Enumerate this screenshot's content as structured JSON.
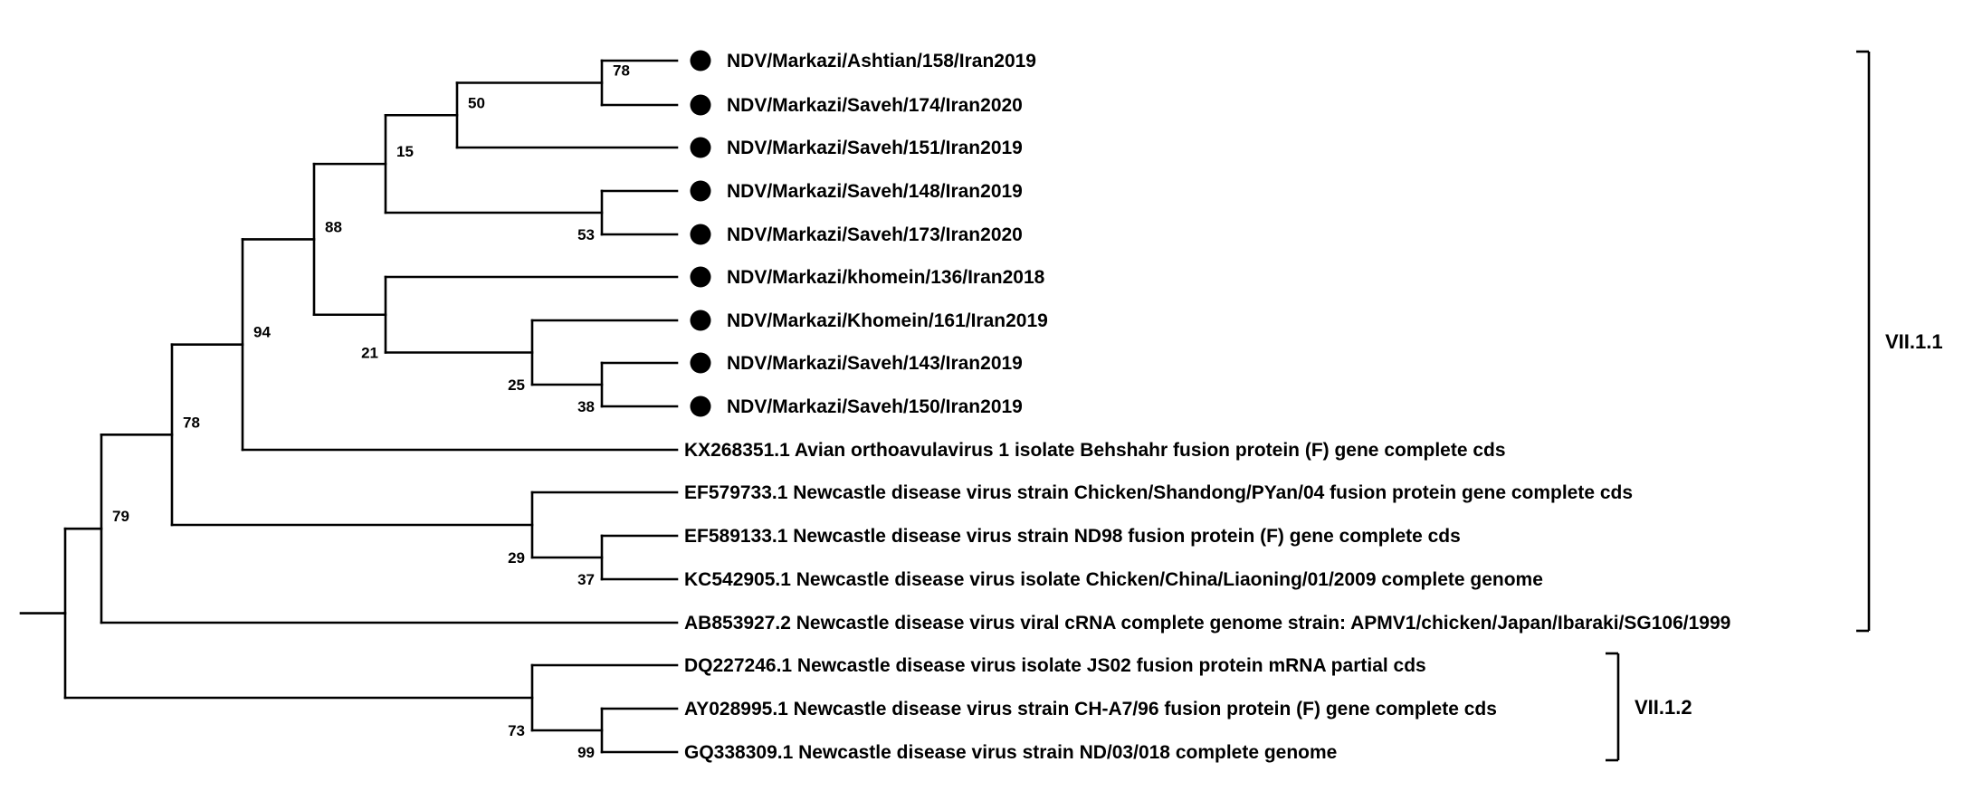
{
  "tree": {
    "taxa": [
      {
        "label": "NDV/Markazi/Ashtian/158/Iran2019",
        "marked": true
      },
      {
        "label": "NDV/Markazi/Saveh/174/Iran2020",
        "marked": true
      },
      {
        "label": "NDV/Markazi/Saveh/151/Iran2019",
        "marked": true
      },
      {
        "label": "NDV/Markazi/Saveh/148/Iran2019",
        "marked": true
      },
      {
        "label": "NDV/Markazi/Saveh/173/Iran2020",
        "marked": true
      },
      {
        "label": "NDV/Markazi/khomein/136/Iran2018",
        "marked": true
      },
      {
        "label": "NDV/Markazi/Khomein/161/Iran2019",
        "marked": true
      },
      {
        "label": "NDV/Markazi/Saveh/143/Iran2019",
        "marked": true
      },
      {
        "label": "NDV/Markazi/Saveh/150/Iran2019",
        "marked": true
      },
      {
        "label": "KX268351.1 Avian orthoavulavirus 1 isolate Behshahr fusion protein (F) gene complete cds",
        "marked": false
      },
      {
        "label": "EF579733.1 Newcastle disease virus strain Chicken/Shandong/PYan/04 fusion protein gene complete cds",
        "marked": false
      },
      {
        "label": "EF589133.1 Newcastle disease virus strain ND98 fusion protein (F) gene complete cds",
        "marked": false
      },
      {
        "label": "KC542905.1 Newcastle disease virus isolate Chicken/China/Liaoning/01/2009 complete genome",
        "marked": false
      },
      {
        "label": "AB853927.2 Newcastle disease virus viral cRNA complete genome strain: APMV1/chicken/Japan/Ibaraki/SG106/1999",
        "marked": false
      },
      {
        "label": "DQ227246.1 Newcastle disease virus isolate JS02 fusion protein mRNA partial cds",
        "marked": false
      },
      {
        "label": "AY028995.1 Newcastle disease virus strain CH-A7/96 fusion protein (F) gene complete cds",
        "marked": false
      },
      {
        "label": "GQ338309.1 Newcastle disease virus strain ND/03/018 complete genome",
        "marked": false
      }
    ],
    "nodes": [
      {
        "id": "n78a",
        "support": "78",
        "children": [
          "t0",
          "t1"
        ]
      },
      {
        "id": "n50",
        "support": "50",
        "children": [
          "n78a",
          "t2"
        ]
      },
      {
        "id": "n53",
        "support": "53",
        "children": [
          "t3",
          "t4"
        ]
      },
      {
        "id": "n15",
        "support": "15",
        "children": [
          "n50",
          "n53"
        ]
      },
      {
        "id": "n38",
        "support": "38",
        "children": [
          "t7",
          "t8"
        ]
      },
      {
        "id": "n25",
        "support": "25",
        "children": [
          "t6",
          "n38"
        ]
      },
      {
        "id": "n21",
        "support": "21",
        "children": [
          "t5",
          "n25"
        ]
      },
      {
        "id": "n88",
        "support": "88",
        "children": [
          "n15",
          "n21"
        ]
      },
      {
        "id": "n94",
        "support": "94",
        "children": [
          "n88",
          "t9"
        ]
      },
      {
        "id": "n37",
        "support": "37",
        "children": [
          "t11",
          "t12"
        ]
      },
      {
        "id": "n29",
        "support": "29",
        "children": [
          "t10",
          "n37"
        ]
      },
      {
        "id": "n78b",
        "support": "78",
        "children": [
          "n94",
          "n29"
        ]
      },
      {
        "id": "n79",
        "support": "79",
        "children": [
          "n78b",
          "t13"
        ]
      },
      {
        "id": "n99",
        "support": "99",
        "children": [
          "t15",
          "t16"
        ]
      },
      {
        "id": "n73",
        "support": "73",
        "children": [
          "t14",
          "n99"
        ]
      },
      {
        "id": "root",
        "support": "",
        "children": [
          "n79",
          "n73"
        ]
      }
    ],
    "clades": [
      {
        "label": "VII.1.1",
        "from": 0,
        "to": 13
      },
      {
        "label": "VII.1.2",
        "from": 14,
        "to": 16
      }
    ]
  }
}
